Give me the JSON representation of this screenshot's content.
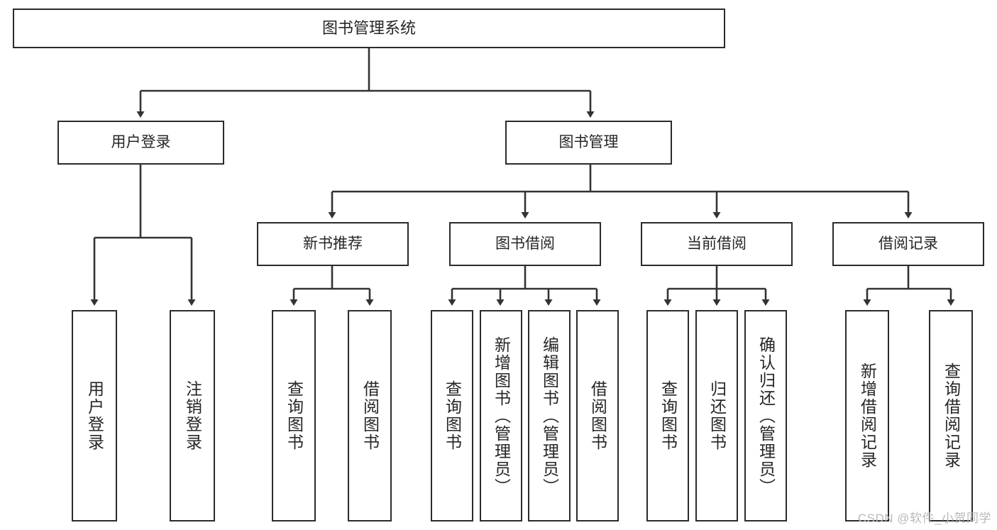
{
  "diagram": {
    "title": "图书管理系统",
    "type": "tree-hierarchy-diagram",
    "watermark": "CSDN @软件_小贺同学",
    "colors": {
      "box_border": "#2b2b2b",
      "box_fill": "#ffffff",
      "edge": "#333333",
      "text": "#262626",
      "watermark": "#b9b9b9"
    },
    "nodes": {
      "root": {
        "label": "图书管理系统"
      },
      "level2": [
        {
          "id": "user-login",
          "label": "用户登录"
        },
        {
          "id": "book-manage",
          "label": "图书管理"
        }
      ],
      "level3": [
        {
          "id": "new-book-recommend",
          "label": "新书推荐"
        },
        {
          "id": "book-borrow",
          "label": "图书借阅"
        },
        {
          "id": "current-borrow",
          "label": "当前借阅"
        },
        {
          "id": "borrow-record",
          "label": "借阅记录"
        }
      ],
      "leaves": {
        "user-login": [
          {
            "id": "leaf-user-login",
            "label": "用户登录"
          },
          {
            "id": "leaf-logout-login",
            "label": "注销登录"
          }
        ],
        "new-book-recommend": [
          {
            "id": "leaf-query-book-1",
            "label": "查询图书"
          },
          {
            "id": "leaf-borrow-book-1",
            "label": "借阅图书"
          }
        ],
        "book-borrow": [
          {
            "id": "leaf-query-book-2",
            "label": "查询图书"
          },
          {
            "id": "leaf-add-book",
            "label": "新增图书（管理员）"
          },
          {
            "id": "leaf-edit-book",
            "label": "编辑图书（管理员）"
          },
          {
            "id": "leaf-borrow-book-2",
            "label": "借阅图书"
          }
        ],
        "current-borrow": [
          {
            "id": "leaf-query-book-3",
            "label": "查询图书"
          },
          {
            "id": "leaf-return-book",
            "label": "归还图书"
          },
          {
            "id": "leaf-confirm-return",
            "label": "确认归还（管理员）"
          }
        ],
        "borrow-record": [
          {
            "id": "leaf-add-record",
            "label": "新增借阅记录"
          },
          {
            "id": "leaf-query-record",
            "label": "查询借阅记录"
          }
        ]
      }
    }
  }
}
